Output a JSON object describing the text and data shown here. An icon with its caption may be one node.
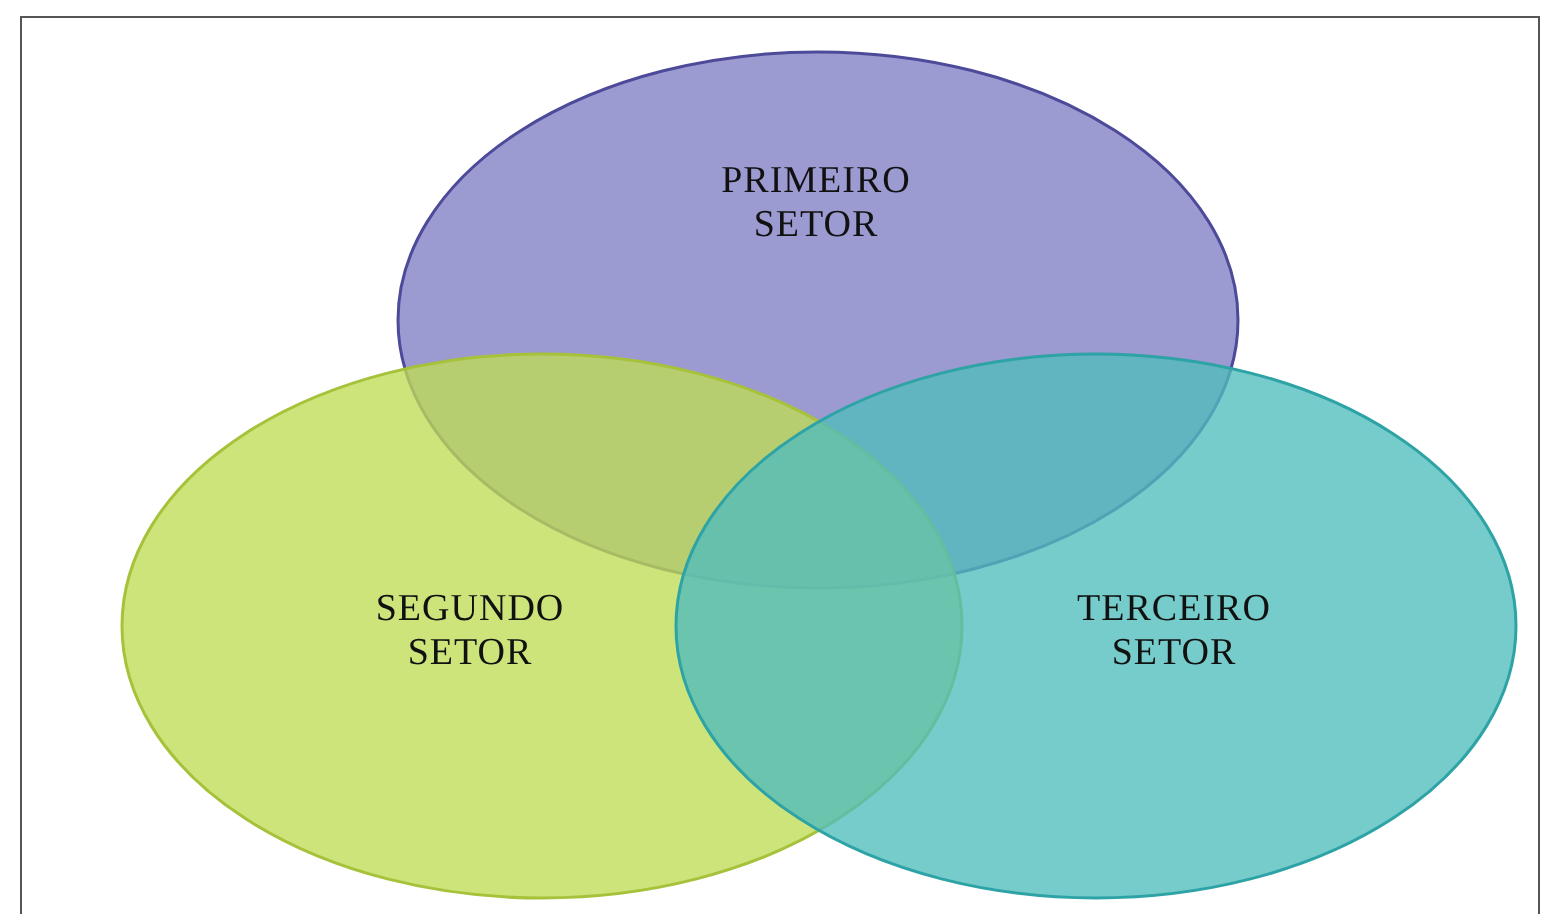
{
  "diagram": {
    "nodes": [
      {
        "text": [
          "PRIMEIRO SETOR"
        ]
      },
      {
        "text": [
          "SEGUNDO SETOR"
        ]
      },
      {
        "text": [
          "TERCEIRO SETOR"
        ]
      }
    ]
  }
}
